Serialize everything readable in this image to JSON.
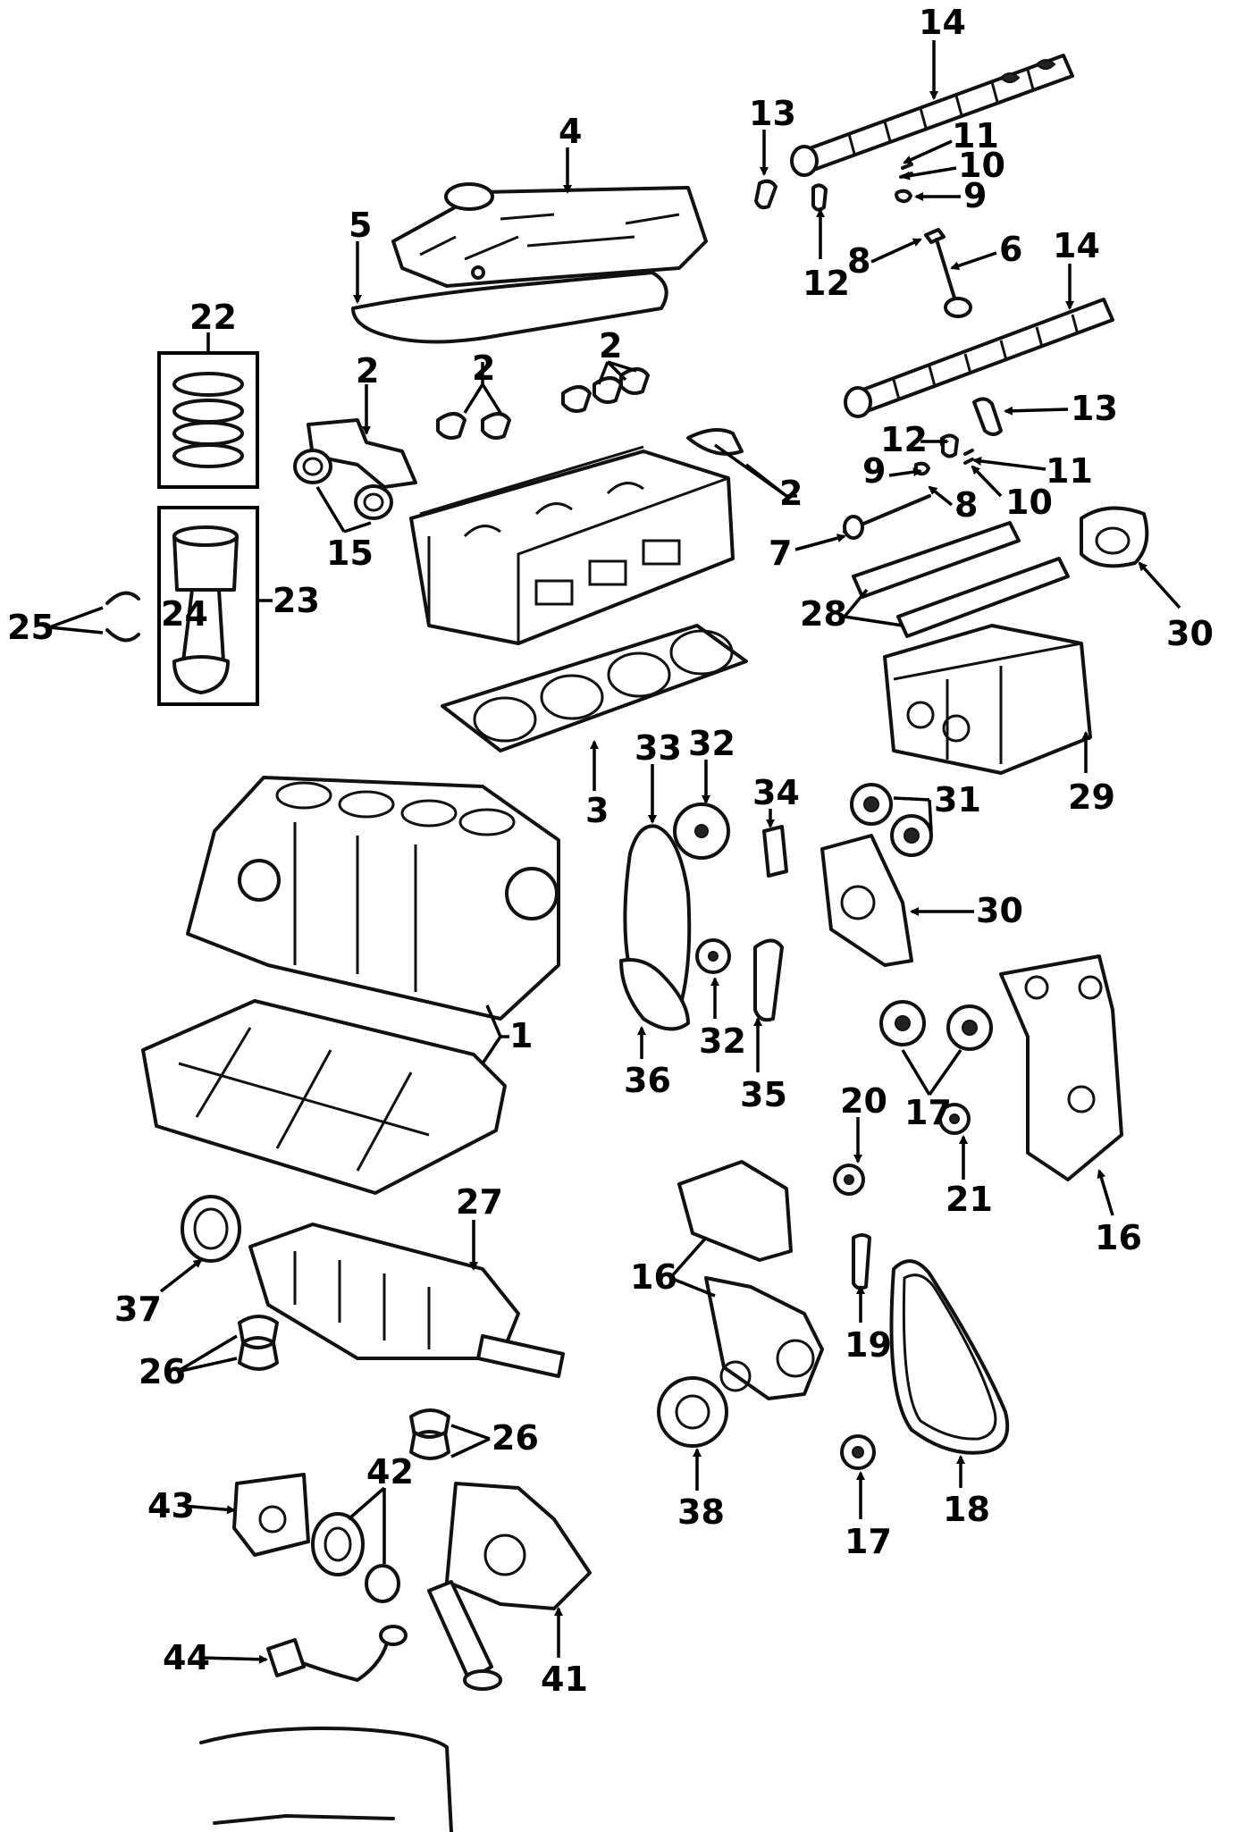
{
  "callouts": {
    "c14a": "14",
    "c13a": "13",
    "c11a": "11",
    "c10a": "10",
    "c9a": "9",
    "c4": "4",
    "c5": "5",
    "c8a": "8",
    "c12a": "12",
    "c6": "6",
    "c14b": "14",
    "c22": "22",
    "c2a": "2",
    "c2b": "2",
    "c2c": "2",
    "c2d": "2",
    "c13b": "13",
    "c12b": "12",
    "c9b": "9",
    "c11b": "11",
    "c10b": "10",
    "c8b": "8",
    "c15": "15",
    "c7": "7",
    "c30a": "30",
    "c28": "28",
    "c25": "25",
    "c24": "24",
    "c23": "23",
    "c3": "3",
    "c33": "33",
    "c32a": "32",
    "c34": "34",
    "c31": "31",
    "c29": "29",
    "c30b": "30",
    "c1": "1",
    "c32b": "32",
    "c36": "36",
    "c35": "35",
    "c20": "20",
    "c17a": "17",
    "c21": "21",
    "c16a": "16",
    "c27": "27",
    "c37": "37",
    "c16b": "16",
    "c19": "19",
    "c26a": "26",
    "c38": "38",
    "c17b": "17",
    "c18": "18",
    "c26b": "26",
    "c43": "43",
    "c42": "42",
    "c44": "44",
    "c41": "41"
  }
}
